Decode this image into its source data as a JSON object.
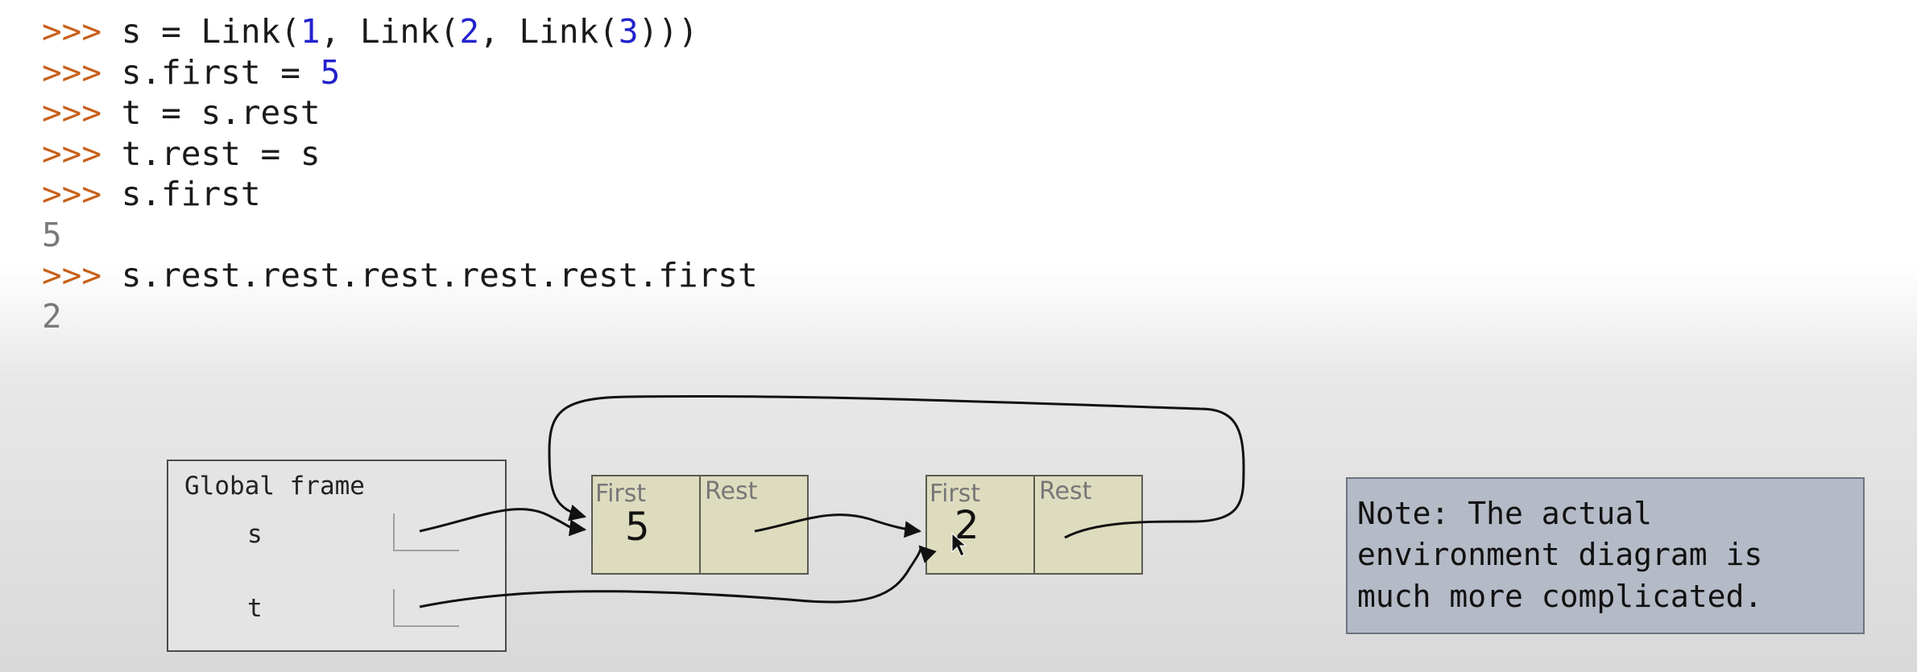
{
  "code": {
    "lines": [
      {
        "prompt": ">>> ",
        "pre": "s = Link(",
        "n1": "1",
        "mid1": ", Link(",
        "n2": "2",
        "mid2": ", Link(",
        "n3": "3",
        "post": ")))"
      },
      {
        "prompt": ">>> ",
        "pre": "s.first = ",
        "n1": "5"
      },
      {
        "prompt": ">>> ",
        "pre": "t = s.rest"
      },
      {
        "prompt": ">>> ",
        "pre": "t.rest = s"
      },
      {
        "prompt": ">>> ",
        "pre": "s.first"
      },
      {
        "output": "5"
      },
      {
        "prompt": ">>> ",
        "pre": "s.rest.rest.rest.rest.rest.first"
      },
      {
        "output": "2"
      }
    ]
  },
  "diagram": {
    "frame_title": "Global frame",
    "vars": [
      "s",
      "t"
    ],
    "links": [
      {
        "first_label": "First",
        "rest_label": "Rest",
        "first_value": "5"
      },
      {
        "first_label": "First",
        "rest_label": "Rest",
        "first_value": "2"
      }
    ]
  },
  "note": {
    "lines": [
      "Note: The actual",
      "environment diagram is",
      "much more complicated."
    ]
  }
}
